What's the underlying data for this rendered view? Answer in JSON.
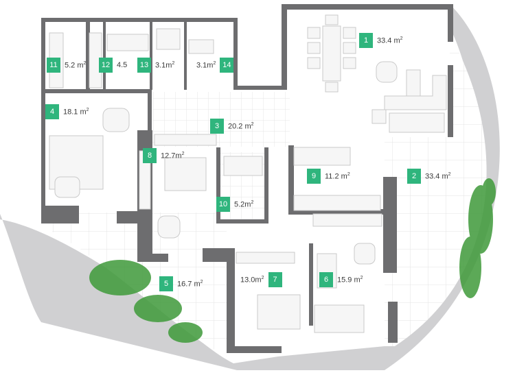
{
  "colors": {
    "wall": "#6d6d6f",
    "terrace": "#d0d0d2",
    "badge": "#2fb57d",
    "greenery": "#3f9a3a",
    "text": "#3a3a3a"
  },
  "area_unit": "m",
  "area_unit_power": "2",
  "rooms": [
    {
      "id": "1",
      "area": "33.4",
      "show_unit": true
    },
    {
      "id": "2",
      "area": "33.4",
      "show_unit": true
    },
    {
      "id": "3",
      "area": "20.2",
      "show_unit": true
    },
    {
      "id": "4",
      "area": "18.1",
      "show_unit": true
    },
    {
      "id": "5",
      "area": "16.7",
      "show_unit": true
    },
    {
      "id": "6",
      "area": "15.9",
      "show_unit": true
    },
    {
      "id": "7",
      "area": "13.0",
      "show_unit": true
    },
    {
      "id": "8",
      "area": "12.7",
      "show_unit": true
    },
    {
      "id": "9",
      "area": "11.2",
      "show_unit": true
    },
    {
      "id": "10",
      "area": "5.2",
      "show_unit": true
    },
    {
      "id": "11",
      "area": "5.2",
      "show_unit": true
    },
    {
      "id": "12",
      "area": "4.5",
      "show_unit": false
    },
    {
      "id": "13",
      "area": "3.1",
      "show_unit": true
    },
    {
      "id": "14",
      "area": "3.1",
      "show_unit": true
    }
  ]
}
